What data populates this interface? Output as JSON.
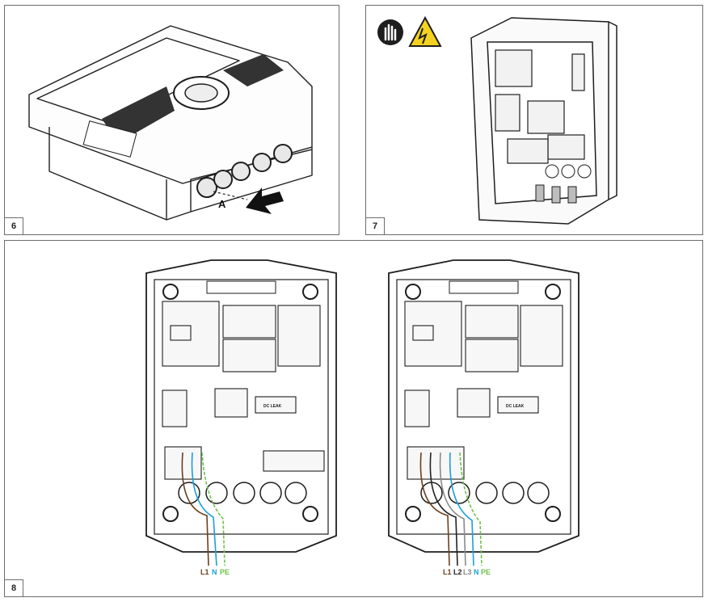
{
  "panels": {
    "p6": {
      "number": "6",
      "callout": "A"
    },
    "p7": {
      "number": "7"
    },
    "p8": {
      "number": "8",
      "left": {
        "wires": [
          "L1",
          "N",
          "PE"
        ]
      },
      "right": {
        "wires": [
          "L1",
          "L2",
          "L3",
          "N",
          "PE"
        ]
      },
      "module_label": "DC LEAK"
    }
  },
  "colors": {
    "brown": "#6b3f1e",
    "black": "#222222",
    "grey": "#8a8a8a",
    "blue": "#1aa0d8",
    "green": "#6cc24a",
    "yellow": "#e6d619",
    "line": "#1e1e1e"
  }
}
